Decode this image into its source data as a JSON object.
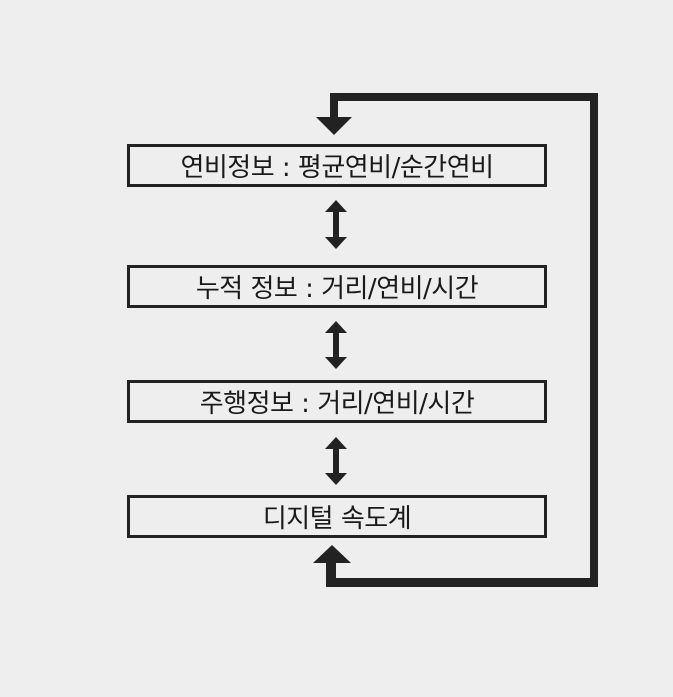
{
  "boxes": [
    {
      "label": "연비정보 : 평균연비/순간연비"
    },
    {
      "label": "누적 정보 : 거리/연비/시간"
    },
    {
      "label": "주행정보 : 거리/연비/시간"
    },
    {
      "label": "디지털 속도계"
    }
  ],
  "colors": {
    "line": "#222222",
    "background": "#eeeeee"
  }
}
